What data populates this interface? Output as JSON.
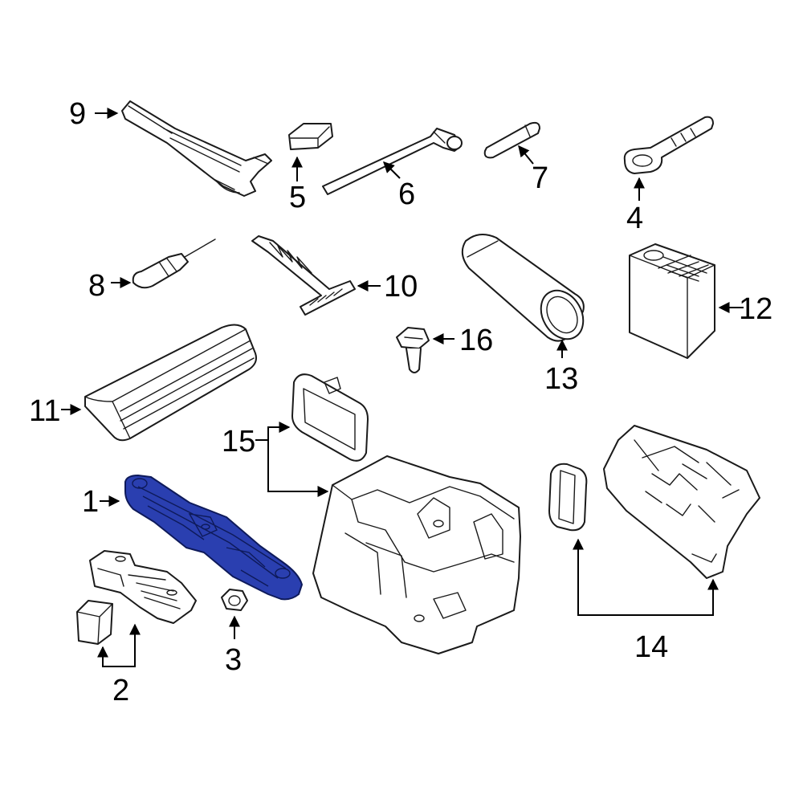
{
  "diagram": {
    "highlight_color": "#2a3fb0",
    "highlighted_part": "1",
    "callouts": [
      "1",
      "2",
      "3",
      "4",
      "5",
      "6",
      "7",
      "8",
      "9",
      "10",
      "11",
      "12",
      "13",
      "14",
      "15",
      "16"
    ]
  }
}
